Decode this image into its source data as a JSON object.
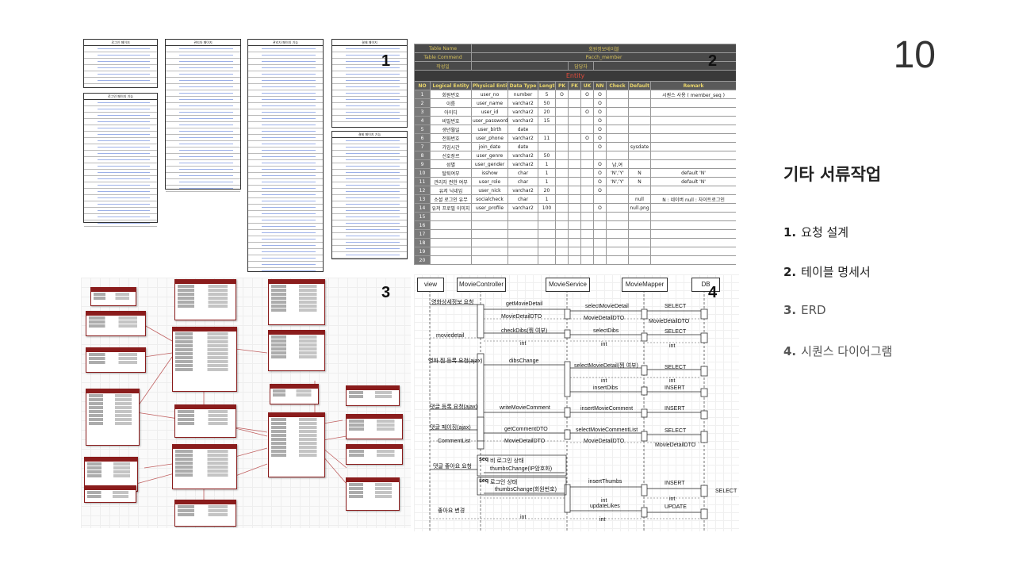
{
  "slide": {
    "number": "10"
  },
  "title": "기타 서류작업",
  "toc": [
    {
      "num": "1.",
      "label": "요청 설계"
    },
    {
      "num": "2.",
      "label": "테이블 명세서"
    },
    {
      "num": "3.",
      "label": "ERD"
    },
    {
      "num": "4.",
      "label": "시퀀스 다이어그램"
    }
  ],
  "thumb_labels": [
    "1",
    "2",
    "3",
    "4"
  ],
  "request_docs": {
    "titles": [
      "로그인 페이지",
      "관리자 페이지",
      "관리자 페이지 기능",
      "결제 페이지",
      "로그인 페이지 기능",
      "결제 페이지 기능"
    ]
  },
  "table_spec": {
    "meta": [
      {
        "key": "Table Name",
        "value": "회원정보테이블"
      },
      {
        "key": "Table Commend",
        "value": "Pacch_member"
      },
      {
        "key": "작성일",
        "value": "",
        "extra": "담당자"
      }
    ],
    "entity_label": "Entity",
    "columns": [
      "NO",
      "Logical Entity",
      "Physical Entity",
      "Data Type",
      "Length",
      "PK",
      "FK",
      "UK",
      "NN",
      "Check",
      "Default",
      "Remark"
    ],
    "rows": [
      [
        "1",
        "회원번호",
        "user_no",
        "number",
        "5",
        "O",
        "",
        "O",
        "O",
        "",
        "",
        "시퀀스 사용 ( member_seq )"
      ],
      [
        "2",
        "이름",
        "user_name",
        "varchar2",
        "50",
        "",
        "",
        "",
        "O",
        "",
        "",
        ""
      ],
      [
        "3",
        "아이디",
        "user_id",
        "varchar2",
        "20",
        "",
        "",
        "O",
        "O",
        "",
        "",
        ""
      ],
      [
        "4",
        "비밀번호",
        "user_password",
        "varchar2",
        "15",
        "",
        "",
        "",
        "O",
        "",
        "",
        ""
      ],
      [
        "5",
        "생년월일",
        "user_birth",
        "date",
        "",
        "",
        "",
        "",
        "O",
        "",
        "",
        ""
      ],
      [
        "6",
        "전화번호",
        "user_phone",
        "varchar2",
        "11",
        "",
        "",
        "O",
        "O",
        "",
        "",
        ""
      ],
      [
        "7",
        "가입시간",
        "join_date",
        "date",
        "",
        "",
        "",
        "",
        "O",
        "",
        "sysdate",
        ""
      ],
      [
        "8",
        "선호장르",
        "user_genre",
        "varchar2",
        "50",
        "",
        "",
        "",
        "",
        "",
        "",
        ""
      ],
      [
        "9",
        "성별",
        "user_gender",
        "varchar2",
        "1",
        "",
        "",
        "",
        "O",
        "남,여",
        "",
        ""
      ],
      [
        "10",
        "탈퇴여부",
        "isshow",
        "char",
        "1",
        "",
        "",
        "",
        "O",
        "'N','Y'",
        "N",
        "default 'N'"
      ],
      [
        "11",
        "관리자 권한 여부",
        "user_role",
        "char",
        "1",
        "",
        "",
        "",
        "O",
        "'N','Y'",
        "N",
        "default 'N'"
      ],
      [
        "12",
        "유저 닉네임",
        "user_nick",
        "varchar2",
        "20",
        "",
        "",
        "",
        "O",
        "",
        "",
        ""
      ],
      [
        "13",
        "소셜 로그인 유무",
        "socialcheck",
        "char",
        "1",
        "",
        "",
        "",
        "",
        "",
        "null",
        "N : 네이버 null : 자이트로그인"
      ],
      [
        "14",
        "유저 프로필 이미지",
        "user_profile",
        "varchar2",
        "100",
        "",
        "",
        "",
        "O",
        "",
        "null.png",
        ""
      ],
      [
        "15",
        "",
        "",
        "",
        "",
        "",
        "",
        "",
        "",
        "",
        "",
        ""
      ],
      [
        "16",
        "",
        "",
        "",
        "",
        "",
        "",
        "",
        "",
        "",
        "",
        ""
      ],
      [
        "17",
        "",
        "",
        "",
        "",
        "",
        "",
        "",
        "",
        "",
        "",
        ""
      ],
      [
        "18",
        "",
        "",
        "",
        "",
        "",
        "",
        "",
        "",
        "",
        "",
        ""
      ],
      [
        "19",
        "",
        "",
        "",
        "",
        "",
        "",
        "",
        "",
        "",
        "",
        ""
      ],
      [
        "20",
        "",
        "",
        "",
        "",
        "",
        "",
        "",
        "",
        "",
        "",
        ""
      ]
    ]
  },
  "sequence": {
    "actors": [
      "view",
      "MovieController",
      "MovieService",
      "MovieMapper",
      "DB"
    ],
    "messages": [
      "영화상세정보 요청",
      "getMovieDetail",
      "selectMovieDetail",
      "SELECT",
      "MovieDetailDTO",
      "MovieDetailDTO",
      "MovieDetailDTO",
      "checkDibs(찜 여부)",
      "selectDibs",
      "SELECT",
      "moviedetail",
      "int",
      "int",
      "int",
      "영화 찜 등록 요청(ajax)",
      "dibsChange",
      "selectMovieDetail(찜 여부)",
      "SELECT",
      "int",
      "int",
      "insertDibs",
      "INSERT",
      "댓글 등록 요청(ajax)",
      "writeMovieComment",
      "insertMovieComment",
      "INSERT",
      "댓글 페이징(ajax)",
      "getCommentDTO",
      "selectMovieCommentList",
      "SELECT",
      "CommentList",
      "MovieDetailDTO",
      "MovieDetailDTO",
      "MovieDetailDTO",
      "댓글 좋아요 요청",
      "seq",
      "비 로그인 상태",
      "thumbsChange(IP암호화)",
      "seq",
      "로그인 상태",
      "thumbsChange(회원번호)",
      "insertThumbs",
      "INSERT",
      "SELECT",
      "int",
      "int",
      "updateLikes",
      "UPDATE",
      "좋아요 변경",
      "int",
      "int"
    ]
  },
  "colors": {
    "erd_header": "#8a1c1c",
    "table_header": "#4a4a4a",
    "entity_title": "#e04a3a"
  }
}
